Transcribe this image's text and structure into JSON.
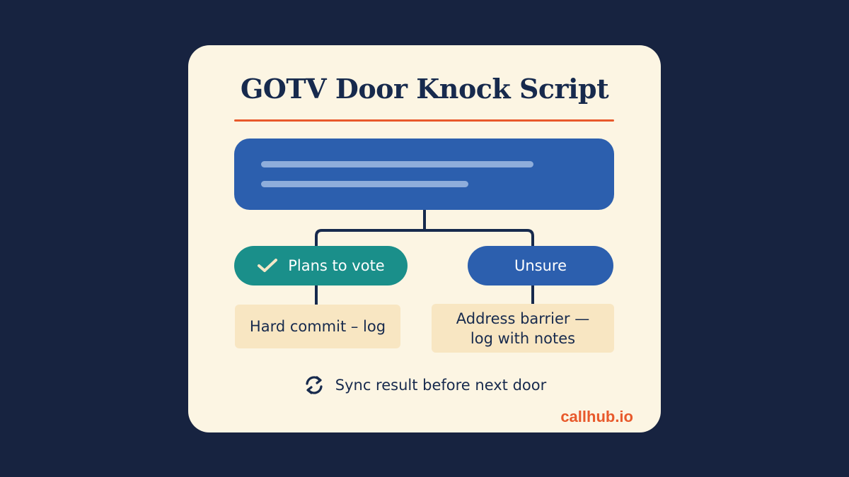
{
  "title": "GOTV Door Knock Script",
  "branches": {
    "left": {
      "label": "Plans to vote",
      "icon": "check-icon",
      "color": "#1a8f8a",
      "outcome": "Hard commit – log"
    },
    "right": {
      "label": "Unsure",
      "color": "#2c5fae",
      "outcome_line1": "Address barrier —",
      "outcome_line2": "log with notes"
    }
  },
  "footer": {
    "icon": "sync-icon",
    "text": "Sync result before next door"
  },
  "brand": "callhub.io",
  "colors": {
    "background": "#172340",
    "card": "#fcf5e3",
    "accent": "#e8592b",
    "navy": "#172a4d",
    "blue": "#2c5fae",
    "teal": "#1a8f8a",
    "outcome_fill": "#f8e6c2"
  }
}
